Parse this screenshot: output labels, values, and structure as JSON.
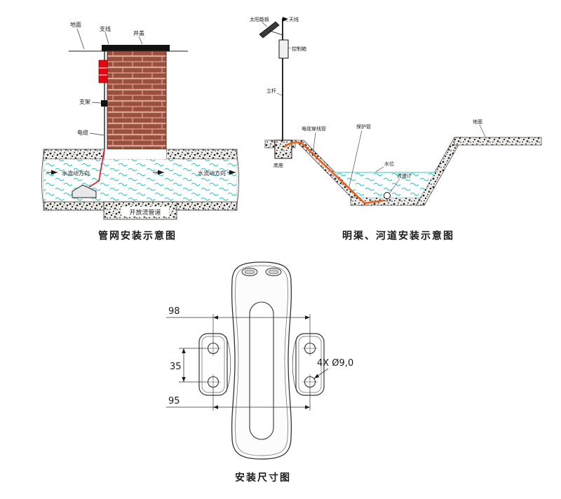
{
  "page": {
    "background": "#ffffff"
  },
  "colors": {
    "brick": "#9c4f3c",
    "mortar": "#d8a896",
    "water": "#2fc9c9",
    "cable_orange": "#e8611f",
    "sensor_red": "#e30613",
    "line": "#1a1a1a"
  },
  "pipe_diagram": {
    "caption": "管网安装示意图",
    "labels": {
      "ground": "地面",
      "branch_line": "支线",
      "manhole_cover": "井盖",
      "bracket": "支架",
      "cable": "电缆",
      "flow_direction": "水流动方向",
      "open_flow_pipe": "开放流管道"
    }
  },
  "channel_diagram": {
    "caption": "明渠、河道安装示意图",
    "labels": {
      "solar_panel": "太阳能板",
      "antenna": "天线",
      "control_box": "控制箱",
      "pole": "立杆",
      "base": "底座",
      "cable_conduit": "电缆穿线管",
      "protection_pipe": "保护管",
      "ground": "地面",
      "water_level": "水位",
      "flow_meter": "流速计"
    }
  },
  "dimension_diagram": {
    "caption": "安装尺寸图",
    "dimensions": {
      "hole_span_top": "98",
      "hole_pitch_vertical": "35",
      "hole_span_bottom": "95",
      "hole_callout": "4X Ø9,0"
    }
  }
}
